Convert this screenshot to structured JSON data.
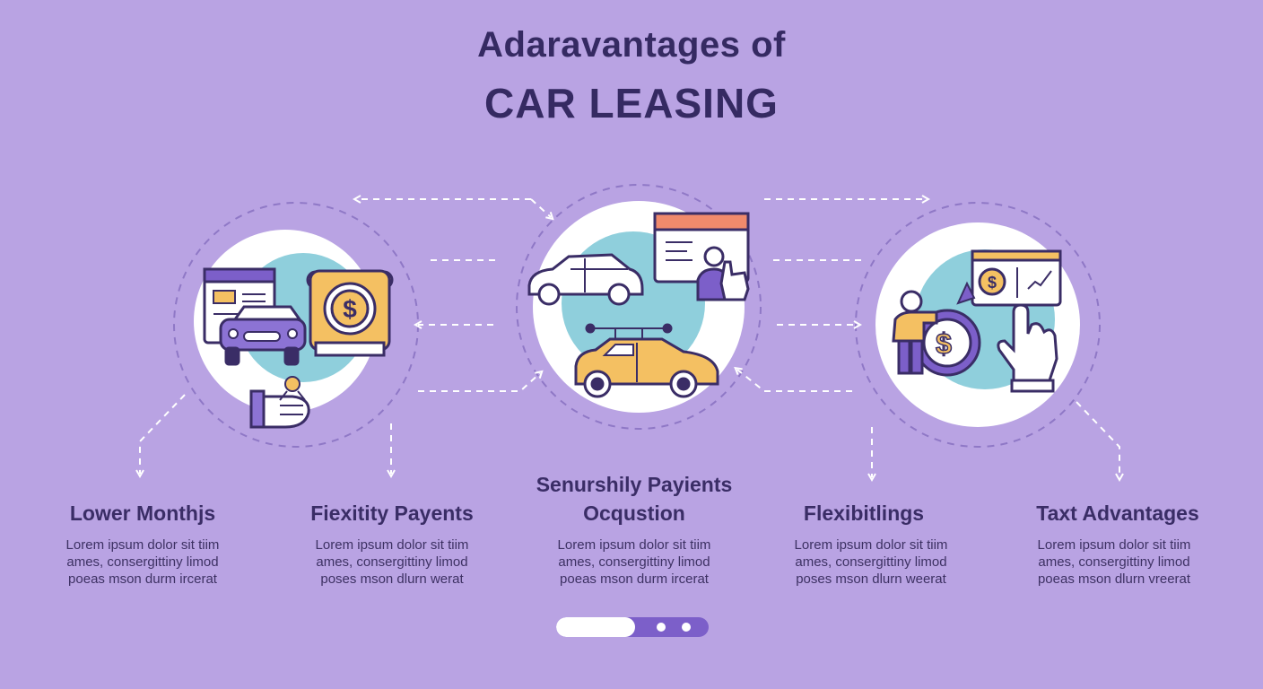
{
  "header": {
    "title_line1": "Adaravantages of",
    "title_line2": "CAR LEASING"
  },
  "items": [
    {
      "title": "Lower Monthjs",
      "desc_lines": [
        "Lorem  ipsum  dolor  sit  tiim",
        "ames,  consergittiny  limod",
        "poeas  mson  durm  ircerat"
      ]
    },
    {
      "title": "Fiexitity Payents",
      "desc_lines": [
        "Lorem  ipsum  dolor  sit  tiim",
        "ames,  consergittiny  limod",
        "poses  mson  dlurn  werat"
      ]
    },
    {
      "title_lines": [
        "Senurshily Payients",
        "Ocqustion"
      ],
      "desc_lines": [
        "Lorem  ipsum  dolor  sit  tiim",
        "ames,  consergittiny  limod",
        "poeas  mson  durm  ircerat"
      ]
    },
    {
      "title": "Flexibitlings",
      "desc_lines": [
        "Lorem  ipsum  dolor  sit  tiim",
        "ames,  consergittiny  limod",
        "poses  mson  dlurn  weerat"
      ]
    },
    {
      "title": "Taxt Advantages",
      "desc_lines": [
        "Lorem  ipsum  dolor  sit  tiim",
        "ames,  consergittiny  limod",
        "poeas  mson  dlurn  vreerat"
      ]
    }
  ],
  "icons": {
    "left_circle": [
      "browser-window-icon",
      "car-front-icon",
      "money-safe-icon",
      "hand-holding-keys-icon"
    ],
    "middle_circle": [
      "sedan-outline-icon",
      "presentation-board-icon",
      "yellow-car-icon"
    ],
    "right_circle": [
      "person-icon",
      "dollar-coin-icon",
      "finance-screen-icon",
      "pointing-hand-icon"
    ]
  },
  "pager": {
    "current": 1,
    "total": 3
  },
  "colors": {
    "background": "#b9a3e3",
    "circle_fill": "#ffffff",
    "circle_inner": "#8fcfdc",
    "accent_yellow": "#f4c062",
    "accent_purple": "#7c5fc9",
    "accent_orange": "#f08a6c",
    "outline": "#3a2d66"
  }
}
